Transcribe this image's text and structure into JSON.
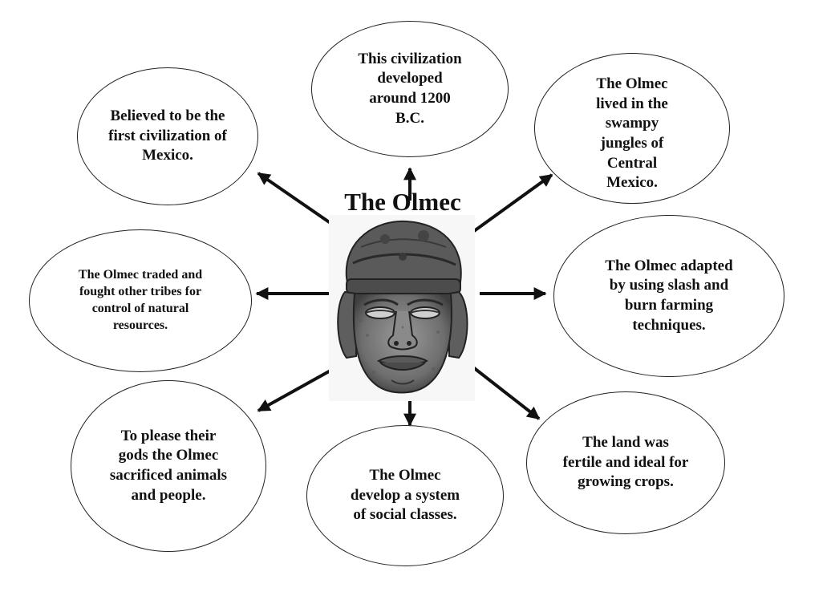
{
  "title": "The Olmec",
  "image": {
    "icon": "olmec-colossal-head-icon"
  },
  "bubbles": [
    {
      "id": "first-civilization",
      "text": "Believed to be the first civilization of Mexico."
    },
    {
      "id": "developed-1200bc",
      "text": "This civilization developed around 1200 B.C."
    },
    {
      "id": "swampy-jungles",
      "text": "The Olmec lived in the swampy jungles of Central Mexico."
    },
    {
      "id": "traded-fought",
      "text": "The Olmec traded and fought other tribes for control of natural resources."
    },
    {
      "id": "slash-and-burn",
      "text": "The Olmec adapted by using slash and burn farming techniques."
    },
    {
      "id": "sacrifice",
      "text": "To please their gods the Olmec sacrificed animals and people."
    },
    {
      "id": "social-classes",
      "text": "The Olmec develop a system of social classes."
    },
    {
      "id": "fertile-land",
      "text": "The land was fertile and ideal for growing crops."
    }
  ],
  "colors": {
    "ink": "#111111",
    "stone": "#7a7a7a",
    "background": "#ffffff"
  }
}
